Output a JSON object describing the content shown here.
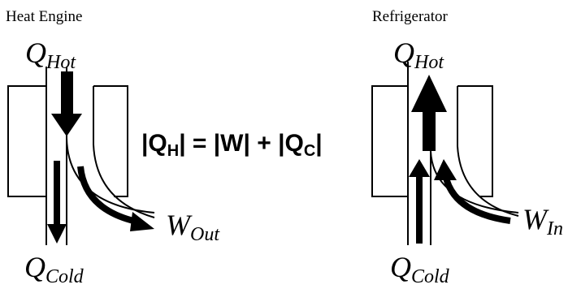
{
  "heat_engine": {
    "title": "Heat Engine",
    "q_hot": {
      "symbol": "Q",
      "subscript": "Hot"
    },
    "q_cold": {
      "symbol": "Q",
      "subscript": "Cold"
    },
    "work": {
      "symbol": "W",
      "subscript": "Out"
    }
  },
  "refrigerator": {
    "title": "Refrigerator",
    "q_hot": {
      "symbol": "Q",
      "subscript": "Hot"
    },
    "q_cold": {
      "symbol": "Q",
      "subscript": "Cold"
    },
    "work": {
      "symbol": "W",
      "subscript": "In"
    }
  },
  "equation": {
    "lhs_open": "|Q",
    "lhs_sub": "H",
    "lhs_close": "|",
    "middle": " = |W| + |Q",
    "rhs_sub": "C",
    "rhs_close": "|"
  },
  "colors": {
    "stroke": "#000000",
    "background": "#ffffff"
  }
}
